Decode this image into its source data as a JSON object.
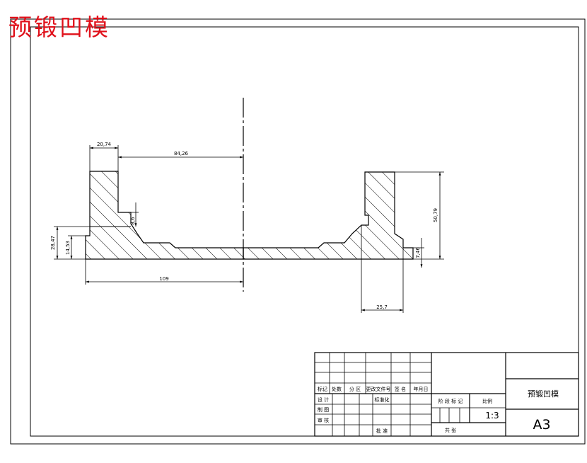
{
  "stamp": {
    "text": "预锻凹模",
    "color": "#e0101a"
  },
  "colors": {
    "line": "#000000",
    "background": "#ffffff"
  },
  "dimensions": {
    "d1": "20,74",
    "d2": "84,26",
    "d3": "8,6",
    "d4": "28,47",
    "d5": "14,53",
    "d6": "109",
    "d7": "50,79",
    "d8": "7,46",
    "d9": "25,7"
  },
  "title_block": {
    "rev_headers": [
      "标记",
      "处数",
      "分 区",
      "更改文件号",
      "签 名",
      "年月日"
    ],
    "design": "设 计",
    "standardization": "标准化",
    "drawing": "制 图",
    "audit": "审 核",
    "approve": "批 准",
    "stage_marks": "阶 段 标 记",
    "ratio_label": "比例",
    "ratio": "1:3",
    "total": "共  张",
    "name": "预锻凹模",
    "paper": "A3"
  }
}
